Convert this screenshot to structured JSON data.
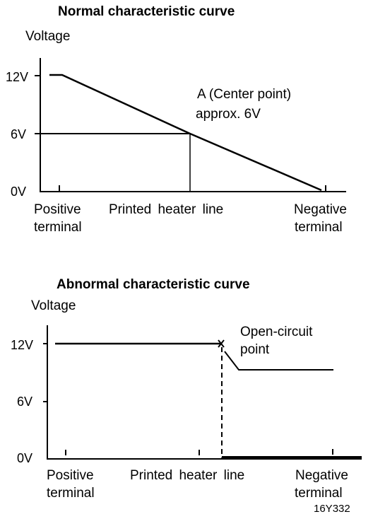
{
  "normal": {
    "title": "Normal characteristic curve",
    "ylabel": "Voltage",
    "ticks": [
      "12V",
      "6V",
      "0V"
    ],
    "xlabels": {
      "positive_line1": "Positive",
      "positive_line2": "terminal",
      "middle": "Printed heater line",
      "negative_line1": "Negative",
      "negative_line2": "terminal"
    },
    "annotation_line1": "A (Center point)",
    "annotation_line2": "approx. 6V"
  },
  "abnormal": {
    "title": "Abnormal characteristic curve",
    "ylabel": "Voltage",
    "ticks": [
      "12V",
      "6V",
      "0V"
    ],
    "xlabels": {
      "positive_line1": "Positive",
      "positive_line2": "terminal",
      "middle": "Printed heater line",
      "negative_line1": "Negative",
      "negative_line2": "terminal"
    },
    "annotation_line1": "Open-circuit",
    "annotation_line2": "point"
  },
  "figure_code": "16Y332"
}
